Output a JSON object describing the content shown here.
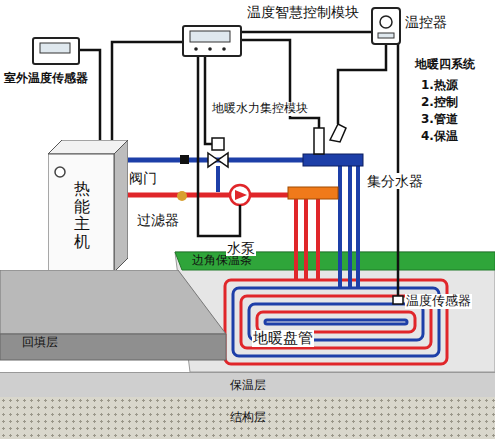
{
  "diagram": {
    "nodes": [
      {
        "text": [
          "热能主机"
        ]
      },
      {
        "text": [
          "边角保温条"
        ]
      },
      {
        "text": [
          "回填层"
        ]
      },
      {
        "text": [
          "保温层"
        ]
      },
      {
        "text": [
          "结构层"
        ]
      }
    ],
    "labels": [
      "温度智慧控制模块",
      "温控器",
      "室外温度传感器",
      "地暖四系统",
      "1.热源",
      "2.控制",
      "3.管道",
      "4.保温",
      "地暖水力集控模块",
      "阀门",
      "过滤器",
      "水泵",
      "集分水器",
      "温度传感器",
      "地暖盘管"
    ]
  }
}
